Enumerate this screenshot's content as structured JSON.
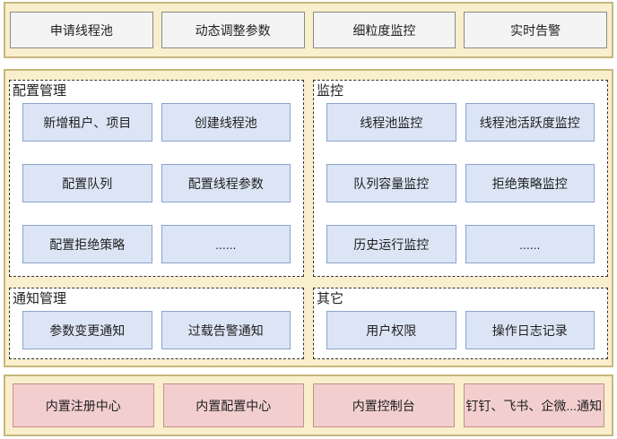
{
  "colors": {
    "band_background": "#f9efcc",
    "band_border": "#c7b77c",
    "plain_box_background": "#f4f4f4",
    "plain_box_border": "#8a8a8a",
    "blue_box_background": "#dbe5f5",
    "blue_box_border": "#8ca3c9",
    "pink_box_background": "#f2cfce",
    "pink_box_border": "#c78f8f",
    "section_border": "#333333"
  },
  "top": {
    "items": [
      "申请线程池",
      "动态调整参数",
      "细粒度监控",
      "实时告警"
    ]
  },
  "sections": {
    "config": {
      "title": "配置管理",
      "items": [
        "新增租户、项目",
        "创建线程池",
        "配置队列",
        "配置线程参数",
        "配置拒绝策略",
        "......"
      ]
    },
    "monitor": {
      "title": "监控",
      "items": [
        "线程池监控",
        "线程池活跃度监控",
        "队列容量监控",
        "拒绝策略监控",
        "历史运行监控",
        "......"
      ]
    },
    "notify": {
      "title": "通知管理",
      "items": [
        "参数变更通知",
        "过载告警通知"
      ]
    },
    "other": {
      "title": "其它",
      "items": [
        "用户权限",
        "操作日志记录"
      ]
    }
  },
  "bottom": {
    "items": [
      "内置注册中心",
      "内置配置中心",
      "内置控制台",
      "钉钉、飞书、企微...通知"
    ]
  }
}
